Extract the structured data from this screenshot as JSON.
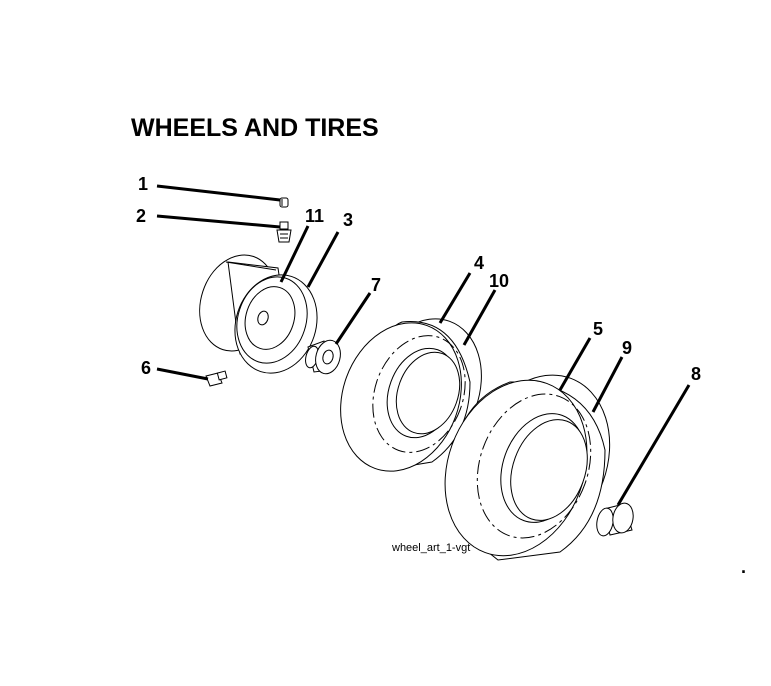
{
  "diagram": {
    "title": "WHEELS AND TIRES",
    "caption": "wheel_art_1-vgt",
    "trailing_mark": "."
  },
  "callouts": [
    {
      "id": "1",
      "label": "1",
      "part": "valve-cap"
    },
    {
      "id": "2",
      "label": "2",
      "part": "valve-stem"
    },
    {
      "id": "3",
      "label": "3",
      "part": "rim-ring"
    },
    {
      "id": "4",
      "label": "4",
      "part": "front-tire"
    },
    {
      "id": "5",
      "label": "5",
      "part": "rear-tire"
    },
    {
      "id": "6",
      "label": "6",
      "part": "grease-fitting"
    },
    {
      "id": "7",
      "label": "7",
      "part": "bushing"
    },
    {
      "id": "8",
      "label": "8",
      "part": "hub-cap"
    },
    {
      "id": "9",
      "label": "9",
      "part": "rear-tire-tread"
    },
    {
      "id": "10",
      "label": "10",
      "part": "front-tire-tread"
    },
    {
      "id": "11",
      "label": "11",
      "part": "wheel-rim"
    }
  ]
}
